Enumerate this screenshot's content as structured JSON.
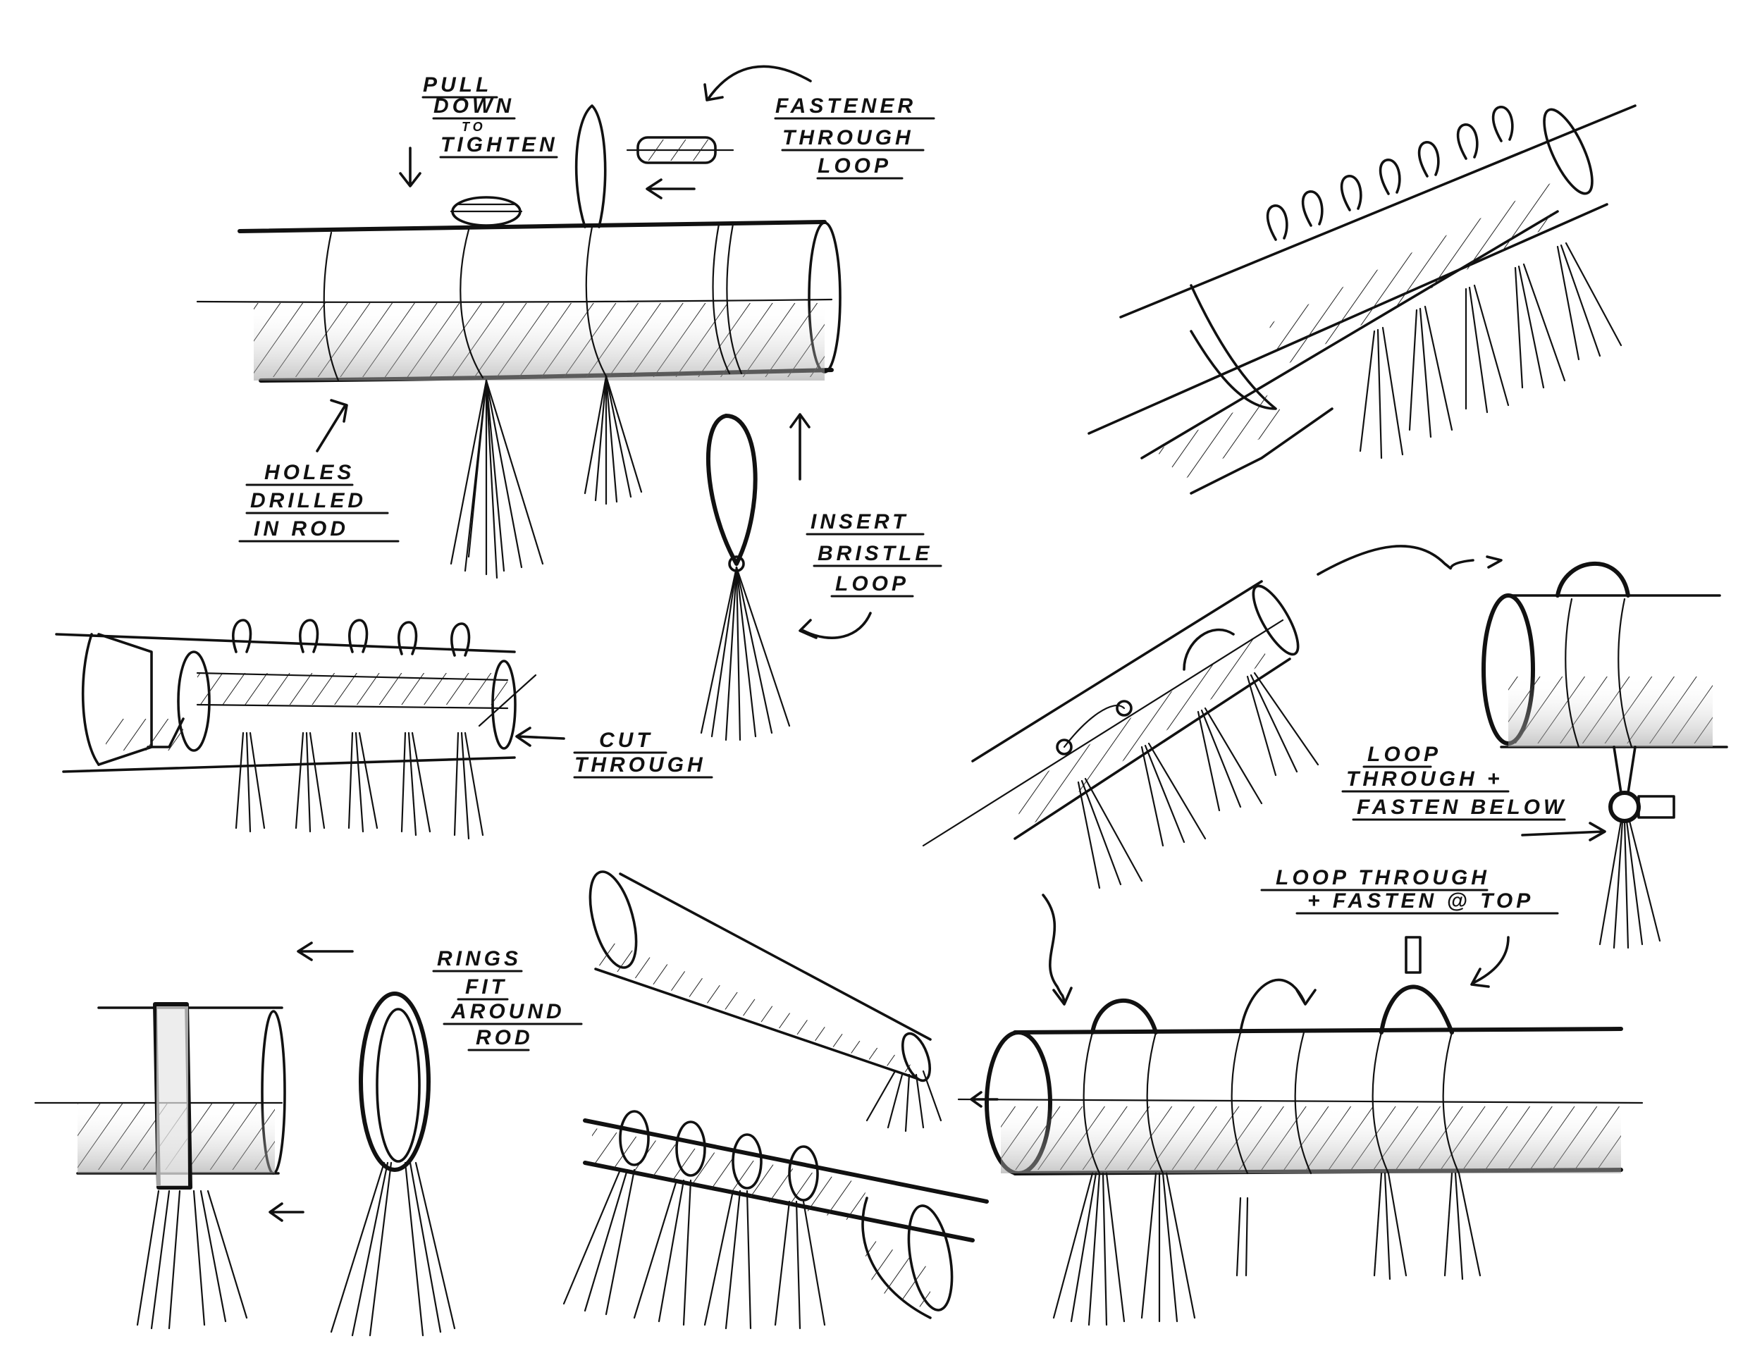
{
  "labels": {
    "pull_down_1": "PULL",
    "pull_down_2": "DOWN",
    "pull_down_3": "TO",
    "pull_down_4": "TIGHTEN",
    "fastener_1": "FASTENER",
    "fastener_2": "THROUGH",
    "fastener_3": "LOOP",
    "holes_1": "HOLES",
    "holes_2": "DRILLED",
    "holes_3": "IN ROD",
    "insert_1": "INSERT",
    "insert_2": "BRISTLE",
    "insert_3": "LOOP",
    "cut_1": "CUT",
    "cut_2": "THROUGH",
    "rings_1": "RINGS",
    "rings_2": "FIT",
    "rings_3": "AROUND",
    "rings_4": "ROD",
    "loop_below_1": "LOOP",
    "loop_below_2": "THROUGH +",
    "loop_below_3": "FASTEN BELOW",
    "loop_top_1": "LOOP THROUGH",
    "loop_top_2": "+ FASTEN @ TOP"
  }
}
